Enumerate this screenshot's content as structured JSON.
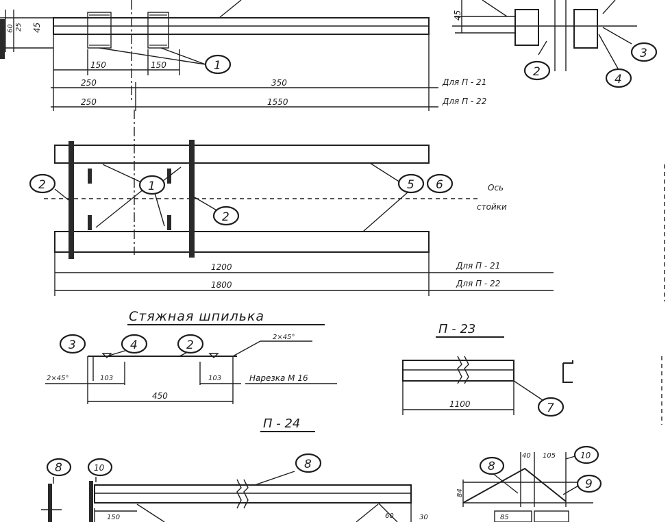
{
  "labels": {
    "stud_title": "Стяжная шпилька",
    "p23": "П - 23",
    "p24": "П - 24",
    "axis_line1": "Ось",
    "axis_line2": "стойки",
    "thread": "Нарезка М 16",
    "for_p21": "Для П - 21",
    "for_p22": "Для П - 22"
  },
  "dimensions": {
    "top_45": "45",
    "top_25": "25",
    "top_60": "60",
    "top_45r": "45",
    "d150a": "150",
    "d150b": "150",
    "d250a": "250",
    "d350": "350",
    "d250b": "250",
    "d1550": "1550",
    "d1200": "1200",
    "d1800": "1800",
    "chamfer_right": "2×45°",
    "chamfer_left": "2×45°",
    "d103a": "103",
    "d103b": "103",
    "d450": "450",
    "d1100": "1100",
    "d150c": "150",
    "d60": "60",
    "d30": "30",
    "d40": "40",
    "d105": "105",
    "d84": "84",
    "d85": "85"
  },
  "callouts": {
    "c1_top": "1",
    "c2_topright": "2",
    "c3_topright": "3",
    "c4_topright": "4",
    "c2_left": "2",
    "c1_mid": "1",
    "c2_mid": "2",
    "c5": "5",
    "c6": "6",
    "c3_stud": "3",
    "c4_stud": "4",
    "c2_stud": "2",
    "c7": "7",
    "c8_left": "8",
    "c10_left": "10",
    "c8_mid": "8",
    "c8_right": "8",
    "c10_right": "10",
    "c9_right": "9"
  }
}
